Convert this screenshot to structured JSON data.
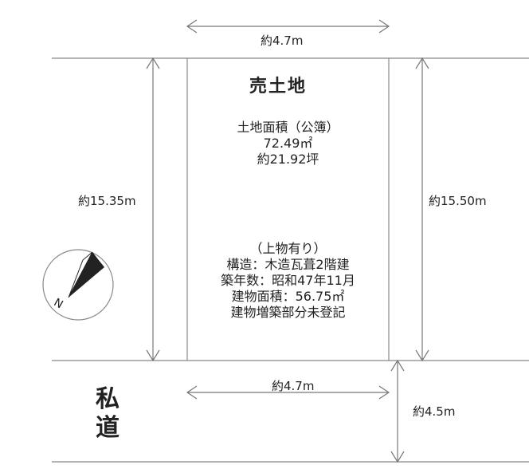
{
  "plan": {
    "title": "売土地",
    "area_label": "土地面積（公簿）",
    "area_m2": "72.49㎡",
    "area_tsubo": "約21.92坪",
    "building_note": "（上物有り）",
    "structure": "構造：木造瓦葺2階建",
    "built": "築年数：昭和47年11月",
    "building_area": "建物面積：56.75㎡",
    "unregistered": "建物増築部分未登記"
  },
  "dims": {
    "top_width": "約4.7m",
    "left_depth": "約15.35m",
    "right_depth": "約15.50m",
    "road_width_span": "約4.7m",
    "road_depth": "約4.5m"
  },
  "road": {
    "char1": "私",
    "char2": "道"
  },
  "compass": {
    "north": "N"
  },
  "colors": {
    "line": "#777777",
    "text": "#222222",
    "needle": "#222222"
  }
}
